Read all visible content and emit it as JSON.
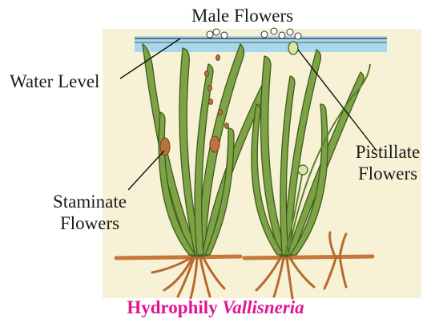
{
  "labels": {
    "male_flowers": "Male Flowers",
    "water_level": "Water Level",
    "pistillate_line1": "Pistillate",
    "pistillate_line2": "Flowers",
    "staminate_line1": "Staminate",
    "staminate_line2": "Flowers"
  },
  "caption": {
    "main": "Hydrophily",
    "species": "Vallisneria"
  },
  "colors": {
    "water": "#a9d7ec",
    "leaf": "#6f9b3c",
    "leaf_dark": "#3f5a1c",
    "root": "#c8773a",
    "flower": "#b8743a",
    "caption": "#e0168e",
    "background": "#f5f0d2"
  }
}
